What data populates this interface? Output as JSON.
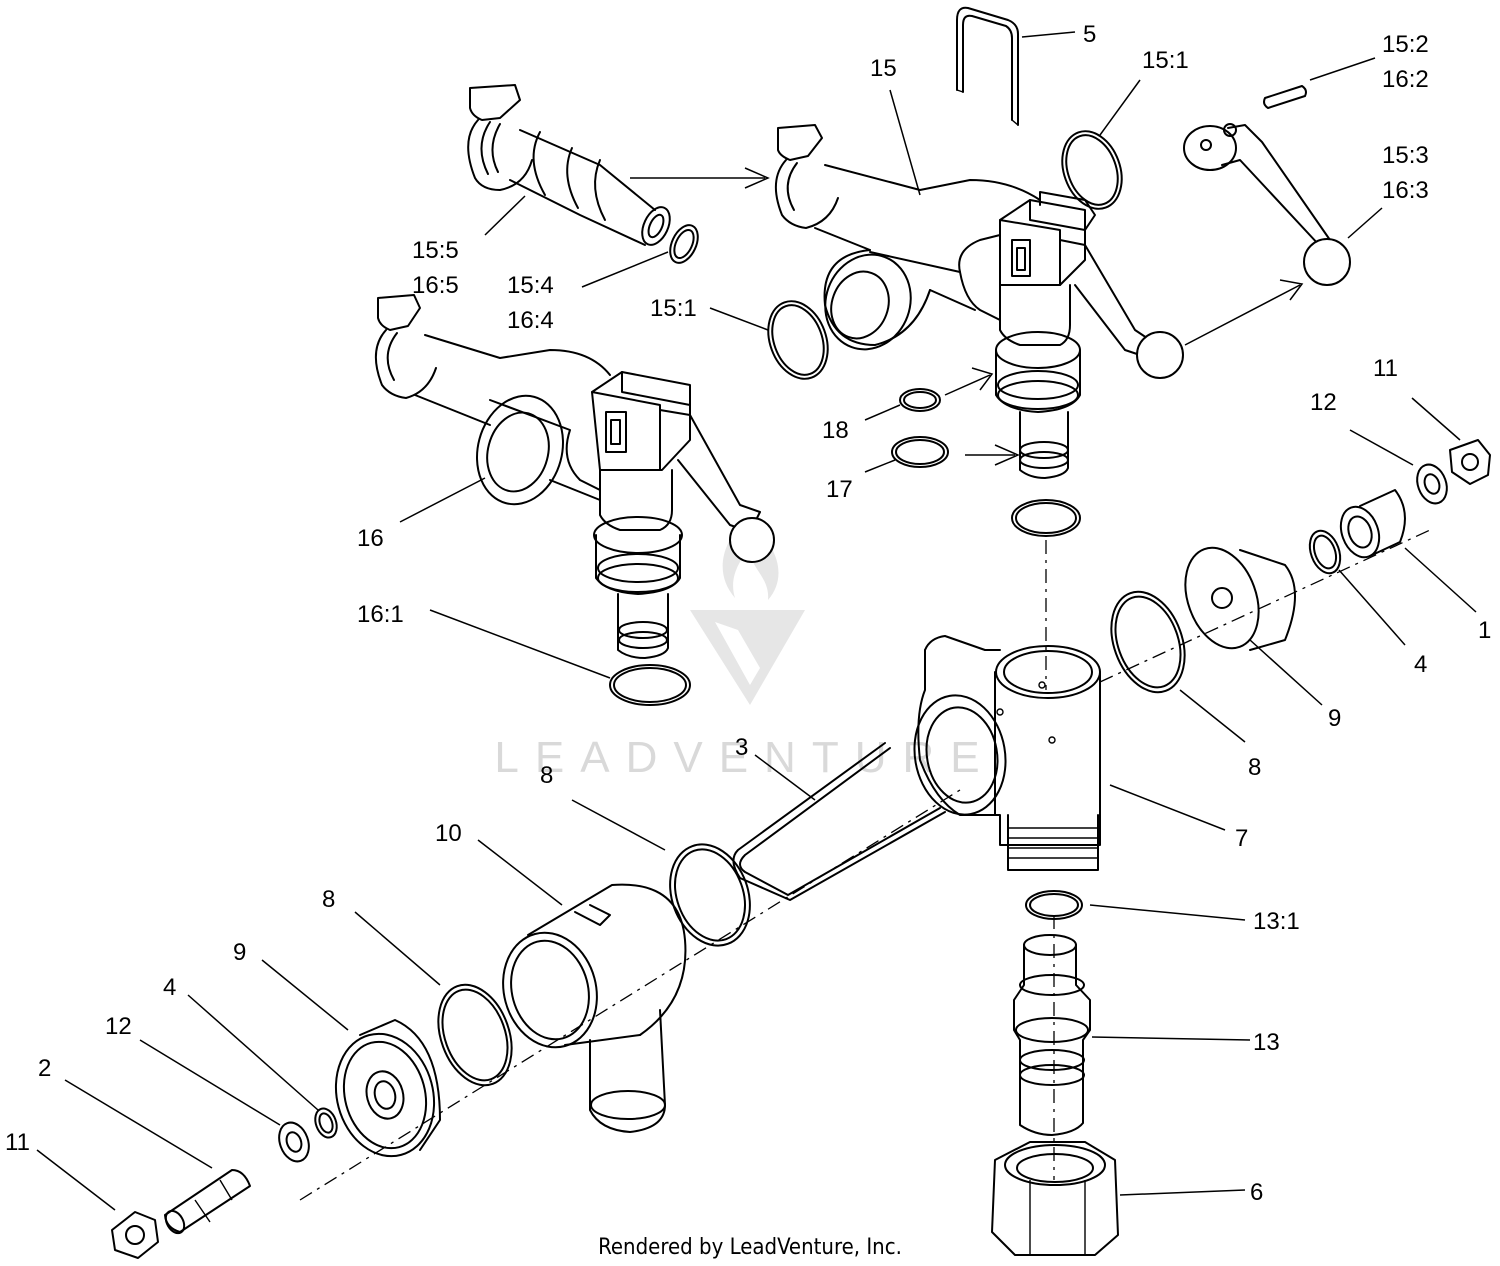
{
  "diagram": {
    "callouts": [
      {
        "id": "c1",
        "text": "1"
      },
      {
        "id": "c2",
        "text": "2"
      },
      {
        "id": "c3",
        "text": "3"
      },
      {
        "id": "c4a",
        "text": "4"
      },
      {
        "id": "c4b",
        "text": "4"
      },
      {
        "id": "c5",
        "text": "5"
      },
      {
        "id": "c6",
        "text": "6"
      },
      {
        "id": "c7",
        "text": "7"
      },
      {
        "id": "c8a",
        "text": "8"
      },
      {
        "id": "c8b",
        "text": "8"
      },
      {
        "id": "c8c",
        "text": "8"
      },
      {
        "id": "c9a",
        "text": "9"
      },
      {
        "id": "c9b",
        "text": "9"
      },
      {
        "id": "c10",
        "text": "10"
      },
      {
        "id": "c11a",
        "text": "11"
      },
      {
        "id": "c11b",
        "text": "11"
      },
      {
        "id": "c12a",
        "text": "12"
      },
      {
        "id": "c12b",
        "text": "12"
      },
      {
        "id": "c13",
        "text": "13"
      },
      {
        "id": "c13_1",
        "text": "13:1"
      },
      {
        "id": "c15",
        "text": "15"
      },
      {
        "id": "c15_1a",
        "text": "15:1"
      },
      {
        "id": "c15_1b",
        "text": "15:1"
      },
      {
        "id": "c15_2",
        "text": "15:2"
      },
      {
        "id": "c16_2",
        "text": "16:2"
      },
      {
        "id": "c15_3",
        "text": "15:3"
      },
      {
        "id": "c16_3",
        "text": "16:3"
      },
      {
        "id": "c15_4",
        "text": "15:4"
      },
      {
        "id": "c16_4",
        "text": "16:4"
      },
      {
        "id": "c15_5",
        "text": "15:5"
      },
      {
        "id": "c16_5",
        "text": "16:5"
      },
      {
        "id": "c16",
        "text": "16"
      },
      {
        "id": "c16_1",
        "text": "16:1"
      },
      {
        "id": "c17",
        "text": "17"
      },
      {
        "id": "c18",
        "text": "18"
      }
    ],
    "footer": "Rendered by LeadVenture, Inc.",
    "watermark": "LEADVENTURE"
  }
}
